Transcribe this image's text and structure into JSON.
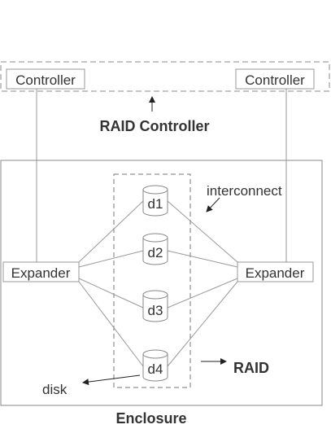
{
  "controllers": {
    "left": "Controller",
    "right": "Controller"
  },
  "raid_controller_label": "RAID Controller",
  "interconnect_label": "interconnect",
  "expanders": {
    "left": "Expander",
    "right": "Expander"
  },
  "disks": [
    "d1",
    "d2",
    "d3",
    "d4"
  ],
  "raid_label": "RAID",
  "disk_label": "disk",
  "enclosure_label": "Enclosure"
}
